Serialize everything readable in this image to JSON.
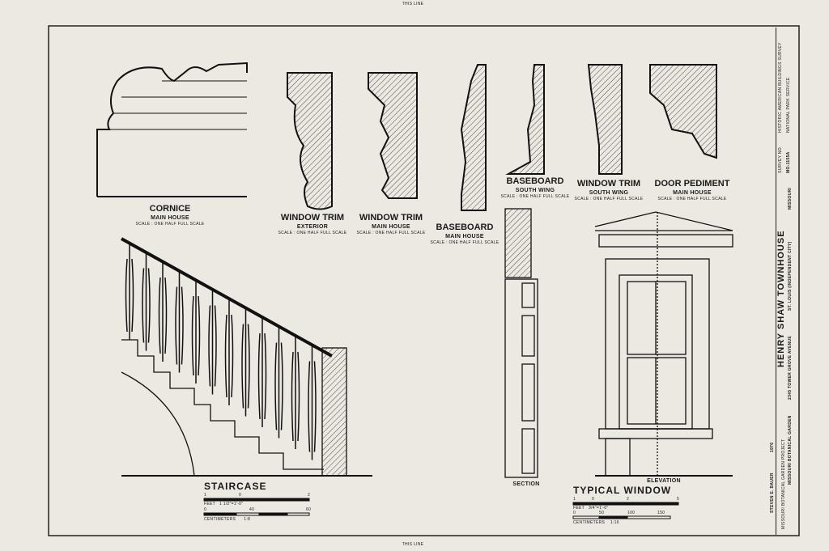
{
  "header": {
    "top_mark": "THIS LINE",
    "bottom_mark": "THIS LINE"
  },
  "details": [
    {
      "title": "CORNICE",
      "sub": "MAIN HOUSE",
      "scale": "SCALE : ONE HALF FULL SCALE"
    },
    {
      "title": "WINDOW TRIM",
      "sub": "EXTERIOR",
      "scale": "SCALE : ONE HALF FULL SCALE"
    },
    {
      "title": "WINDOW TRIM",
      "sub": "MAIN HOUSE",
      "scale": "SCALE : ONE HALF FULL SCALE"
    },
    {
      "title": "BASEBOARD",
      "sub": "MAIN HOUSE",
      "scale": "SCALE : ONE HALF FULL SCALE"
    },
    {
      "title": "BASEBOARD",
      "sub": "SOUTH WING",
      "scale": "SCALE : ONE HALF FULL SCALE"
    },
    {
      "title": "WINDOW TRIM",
      "sub": "SOUTH WING",
      "scale": "SCALE : ONE HALF FULL SCALE"
    },
    {
      "title": "DOOR PEDIMENT",
      "sub": "MAIN HOUSE",
      "scale": "SCALE : ONE HALF FULL SCALE"
    }
  ],
  "staircase": {
    "title": "STAIRCASE",
    "feet_label": "FEET",
    "feet_scale": "1 1/2\"=1'-0\"",
    "feet_ticks": [
      "1",
      "0",
      "2"
    ],
    "cm_label": "CENTIMETERS",
    "cm_scale": "1:8",
    "cm_ticks": [
      "0",
      "40",
      "60"
    ]
  },
  "window": {
    "title": "TYPICAL WINDOW",
    "section": "SECTION",
    "elevation": "ELEVATION",
    "feet_label": "FEET",
    "feet_scale": "3/4\"=1'-0\"",
    "feet_ticks": [
      "1",
      "0",
      "2",
      "5"
    ],
    "cm_label": "CENTIMETERS",
    "cm_scale": "1:16",
    "cm_ticks": [
      "0",
      "50",
      "100",
      "150"
    ]
  },
  "title_block": {
    "survey": "HISTORIC AMERICAN BUILDINGS SURVEY",
    "survey_sub": "NATIONAL PARK SERVICE",
    "sheet_no_label": "SURVEY NO.",
    "sheet_no": "MO-1155A",
    "building": "HENRY SHAW TOWNHOUSE",
    "address": "2345 TOWER GROVE AVENUE",
    "city": "ST. LOUIS (INDEPENDENT CITY)",
    "state": "MISSOURI",
    "owner": "MISSOURI BOTANICAL GARDEN",
    "delineator": "STEVEN E. BAUER",
    "year": "1976",
    "project": "MISSOURI BOTANICAL GARDEN PROJECT"
  }
}
